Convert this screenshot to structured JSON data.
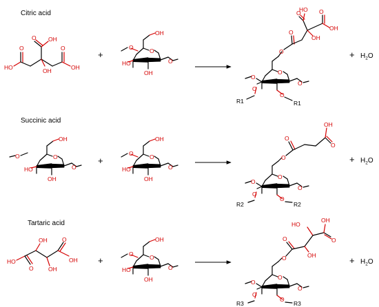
{
  "atoms": {
    "oh": "OH",
    "ho": "HO",
    "o": "O"
  },
  "plus": "+",
  "water": {
    "h": "H",
    "two": "2",
    "o": "O"
  },
  "reactions": [
    {
      "name": "Citric acid",
      "r_label": "R1"
    },
    {
      "name": "Succinic acid",
      "r_label": "R2"
    },
    {
      "name": "Tartaric acid",
      "r_label": "R3"
    }
  ],
  "colors": {
    "heteroatom": "#d40000",
    "bond": "#000000"
  }
}
